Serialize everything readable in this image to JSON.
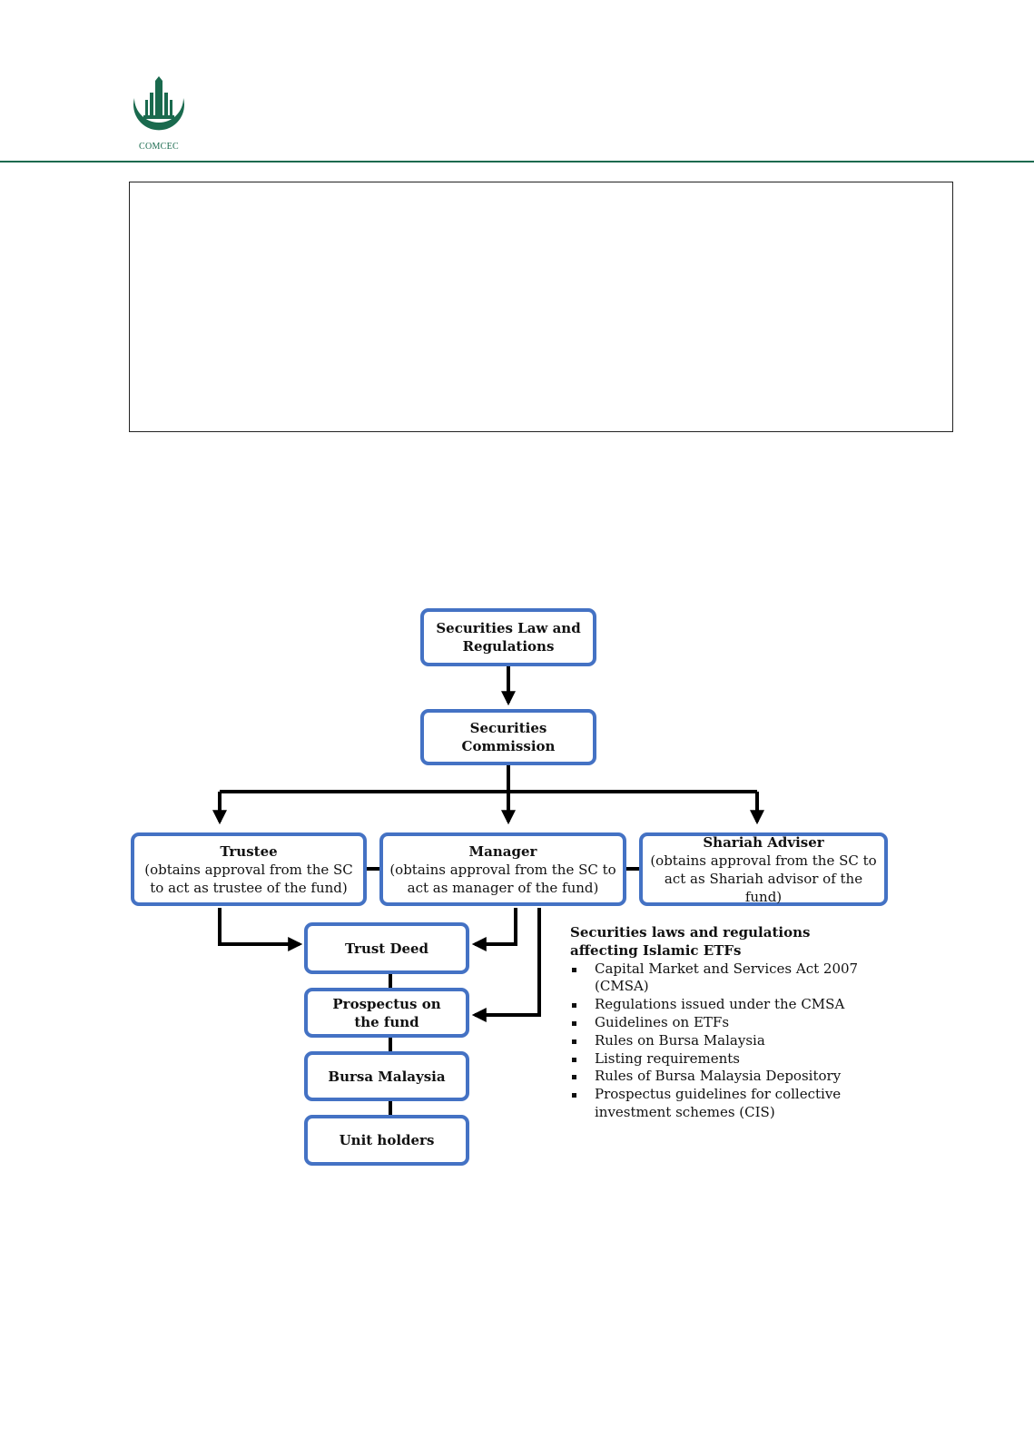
{
  "header": {
    "org_name": "COMCEC"
  },
  "diagram": {
    "nodes": {
      "law": {
        "title": "Securities Law and Regulations"
      },
      "sc": {
        "title": "Securities Commission"
      },
      "trustee": {
        "title": "Trustee",
        "subtitle": "(obtains approval from the SC to act as trustee of the fund)"
      },
      "manager": {
        "title": "Manager",
        "subtitle": "(obtains approval from the SC to act as manager of the fund)"
      },
      "shariah": {
        "title": "Shariah Adviser",
        "subtitle": "(obtains approval from the SC to act as Shariah advisor of the fund)"
      },
      "trust_deed": {
        "title": "Trust Deed"
      },
      "prospectus": {
        "title": "Prospectus on the fund"
      },
      "bursa": {
        "title": "Bursa Malaysia"
      },
      "unit_holders": {
        "title": "Unit holders"
      }
    },
    "legend": {
      "title": "Securities laws and regulations affecting Islamic ETFs",
      "items": [
        "Capital Market and Services Act 2007 (CMSA)",
        "Regulations issued under the CMSA",
        "Guidelines on ETFs",
        "Rules on Bursa Malaysia",
        "Listing requirements",
        "Rules of Bursa Malaysia Depository",
        "Prospectus guidelines for collective investment schemes (CIS)"
      ]
    }
  },
  "colors": {
    "node_border": "#4472c4",
    "brand_green": "#1a6a4e",
    "connector": "#000000"
  }
}
